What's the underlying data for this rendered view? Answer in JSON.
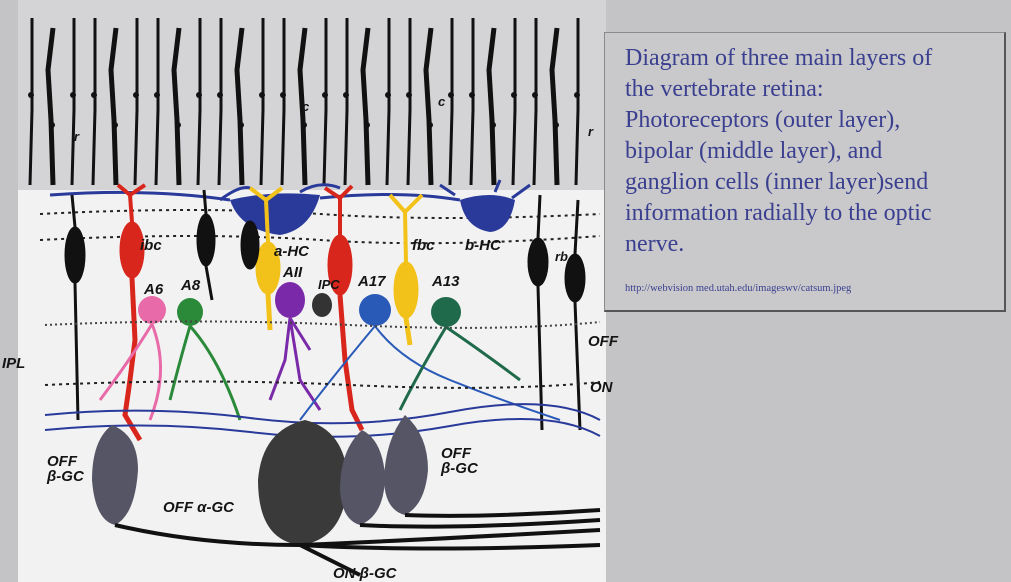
{
  "caption": {
    "text": "Diagram of three main layers of\nthe vertebrate retina:\nPhotoreceptors (outer layer),\nbipolar (middle layer), and\nganglion cells (inner layer)send\ninformation radially to the optic\nnerve.",
    "url": "http://webvision med.utah.edu/imageswv/catsum.jpeg"
  },
  "labels": {
    "r_left": "r",
    "c_left": "c",
    "c_right": "c",
    "r_right": "r",
    "ibc": "ibc",
    "a_hc": "a-HC",
    "fbc": "fbc",
    "b_hc": "b-HC",
    "rb": "rb",
    "a6": "A6",
    "a8": "A8",
    "aii": "AII",
    "ipc": "IPC",
    "a17": "A17",
    "a13": "A13",
    "ipl": "IPL",
    "off_right": "OFF",
    "on_right": "ON",
    "off_beta_left": "OFF\nβ-GC",
    "off_alpha": "OFF α-GC",
    "off_beta_right": "OFF\nβ-GC",
    "on_beta": "ON β-GC"
  },
  "colors": {
    "background": "#c4c4c6",
    "diagram_bg": "#f2f2f2",
    "caption_text": "#3a3f8f",
    "bipolar_red": "#d9261c",
    "bipolar_yellow": "#f2c21a",
    "horizontal_blue": "#2a3a9a",
    "amacrine_pink": "#e86aa8",
    "amacrine_green": "#2a8a3a",
    "amacrine_purple": "#7a2aa8",
    "amacrine_teal": "#1f6a4a",
    "neuron_black": "#111111"
  }
}
